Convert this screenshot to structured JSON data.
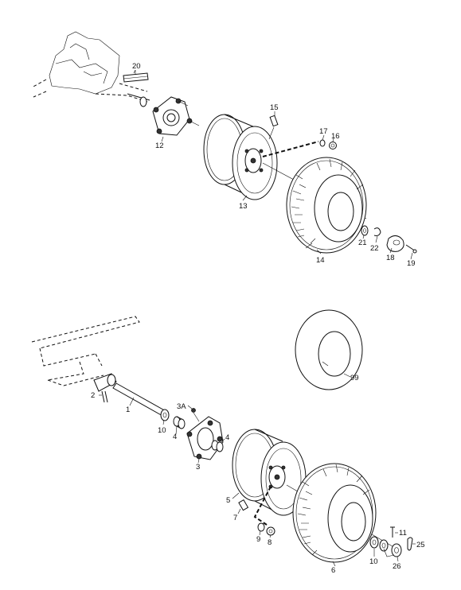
{
  "diagram": {
    "labels": {
      "p1": "1",
      "p2": "2",
      "p3": "3",
      "p3a": "3A",
      "p4a": "4",
      "p4b": "4",
      "p5": "5",
      "p6": "6",
      "p7": "7",
      "p8": "8",
      "p9": "9",
      "p10a": "10",
      "p10b": "10",
      "p11": "11",
      "p12": "12",
      "p13": "13",
      "p14": "14",
      "p15": "15",
      "p16": "16",
      "p17": "17",
      "p18": "18",
      "p19": "19",
      "p20": "20",
      "p21": "21",
      "p22": "22",
      "p25": "25",
      "p26": "26",
      "p99": "99"
    }
  }
}
